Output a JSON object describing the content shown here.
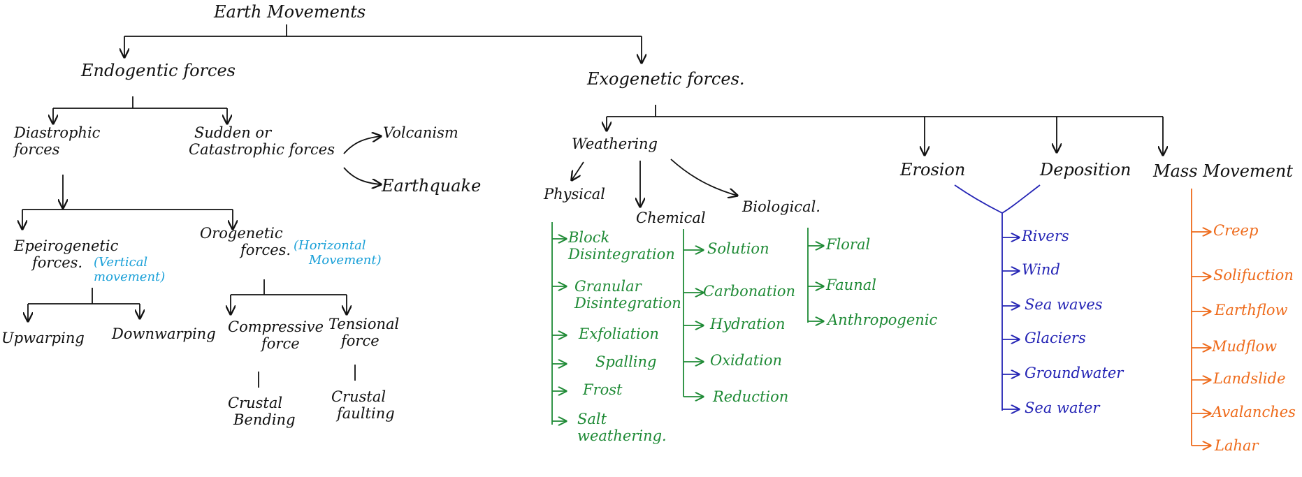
{
  "root": {
    "title": "Earth Movements"
  },
  "endogenetic": {
    "title": "Endogentic forces",
    "diastrophic": {
      "line1": "Diastrophic",
      "line2": "forces"
    },
    "sudden": {
      "line1": "Sudden or",
      "line2": "Catastrophic forces"
    },
    "volcanism": "Volcanism",
    "earthquake": "Earthquake",
    "epeirogenetic": {
      "line1": "Epeirogenetic",
      "line2": "forces.",
      "note1": "(Vertical",
      "note2": "movement)"
    },
    "orogenetic": {
      "line1": "Orogenetic",
      "line2": "forces.",
      "note1": "(Horizontal",
      "note2": "Movement)"
    },
    "upwarping": "Upwarping",
    "downwarping": "Downwarping",
    "compressive": {
      "line1": "Compressive",
      "line2": "force"
    },
    "tensional": {
      "line1": "Tensional",
      "line2": "force"
    },
    "crustal_bending": {
      "line1": "Crustal",
      "line2": "Bending"
    },
    "crustal_faulting": {
      "line1": "Crustal",
      "line2": "faulting"
    }
  },
  "exogenetic": {
    "title": "Exogenetic forces.",
    "weathering": "Weathering",
    "physical": {
      "title": "Physical",
      "items": [
        "Block Disintegration",
        "Granular Disintegration",
        "Exfoliation",
        "Spalling",
        "Frost",
        "Salt weathering."
      ]
    },
    "chemical": {
      "title": "Chemical",
      "items": [
        "Solution",
        "Carbonation",
        "Hydration",
        "Oxidation",
        "Reduction"
      ]
    },
    "biological": {
      "title": "Biological.",
      "items": [
        "Floral",
        "Faunal",
        "Anthropogenic"
      ]
    },
    "erosion": "Erosion",
    "deposition": "Deposition",
    "agents": [
      "Rivers",
      "Wind",
      "Sea waves",
      "Glaciers",
      "Groundwater",
      "Sea water"
    ],
    "mass_movement": {
      "title": "Mass Movement",
      "items": [
        "Creep",
        "Solifuction",
        "Earthflow",
        "Mudflow",
        "Landslide",
        "Avalanches",
        "Lahar"
      ]
    }
  },
  "colors": {
    "ink": "#111111",
    "weathering_green": "#1e8a35",
    "agents_blue": "#2424b5",
    "mass_movement_orange": "#ee6a1a",
    "note_cyan": "#1aa0d8"
  }
}
